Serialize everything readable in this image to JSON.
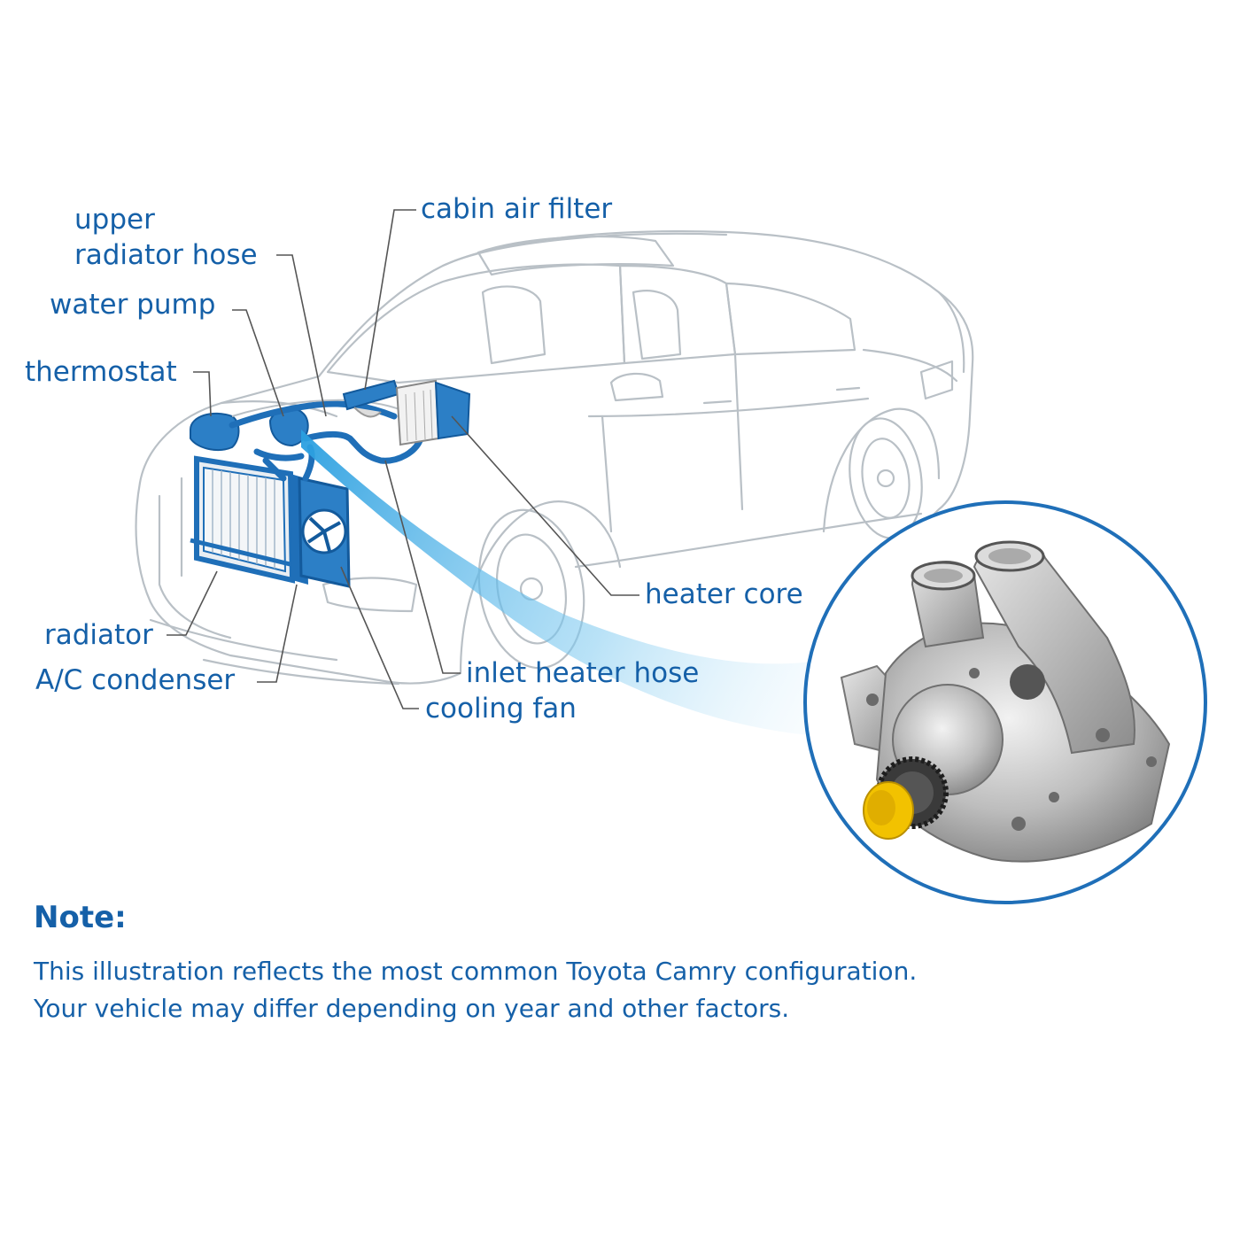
{
  "colors": {
    "label_blue": "#1560a8",
    "car_outline": "#b9c0c6",
    "component_blue": "#1f6fb8",
    "leader_line": "#555555",
    "circle_border": "#1f6fb8",
    "beam": "#5ab8ea"
  },
  "labels": {
    "upper_radiator_hose_line1": "upper",
    "upper_radiator_hose_line2": "radiator hose",
    "water_pump": "water pump",
    "thermostat": "thermostat",
    "cabin_air_filter": "cabin air filter",
    "heater_core": "heater core",
    "radiator": "radiator",
    "ac_condenser": "A/C condenser",
    "inlet_heater_hose": "inlet heater hose",
    "cooling_fan": "cooling fan"
  },
  "note": {
    "title": "Note:",
    "line1": "This illustration reflects the most common Toyota Camry configuration.",
    "line2": "Your vehicle may differ depending on year and other factors."
  },
  "icons": {
    "car": "car-outline-illustration",
    "pump": "water-pump-product-photo"
  }
}
